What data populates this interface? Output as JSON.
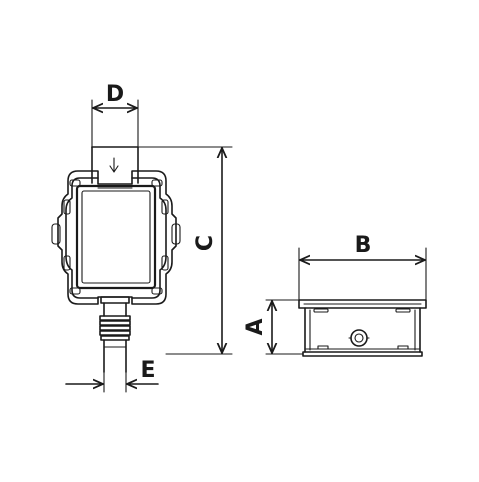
{
  "diagram": {
    "dimension_labels": {
      "d": "D",
      "c": "C",
      "b": "B",
      "a": "A",
      "e": "E"
    },
    "colors": {
      "line": "#1a1a1a",
      "background": "#ffffff"
    },
    "icons": [
      "flow-arrow-icon",
      "pipe-outlet-icon"
    ]
  }
}
